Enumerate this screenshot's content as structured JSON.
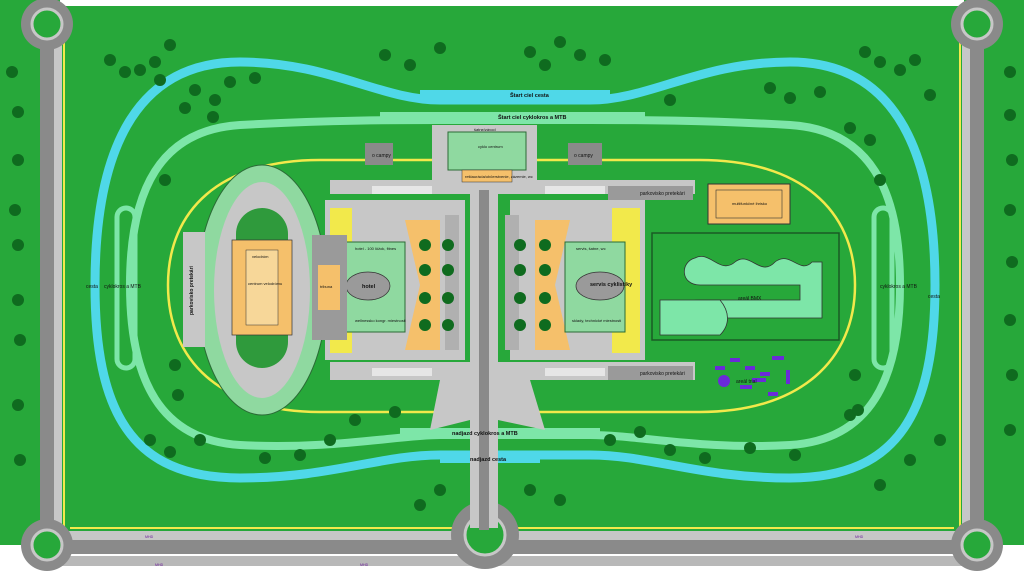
{
  "labels": {
    "start_road": "Štart ciel cesta",
    "start_mtb": "Štart ciel cyklokros a MTB",
    "stadium_top": "šatne/závod",
    "cyclo_center": "cyklo centrum",
    "cyclo_center_sub": "reštaurácia/občerstvenie, zázemie, wc",
    "campers_left": "o campy",
    "campers_right": "o campy",
    "parking_racers_top": "parkovisko pretekári",
    "parking_racers_bottom": "parkovisko pretekári",
    "parking_racers_left": "parkovisko pretekári",
    "multi_field": "multifunkčné ihrisko",
    "hotel_top": "hotel - 100 lôžok, fitnes",
    "hotel": "hotel",
    "hotel_bottom": "wellnessko kongr. miestnosti",
    "service_top": "servis, šatne, wc",
    "service": "servis cyklistiky",
    "service_bottom": "sklady, technické miestnosti",
    "stadium_mid": "velodróm",
    "stadium_building": "tribuna",
    "stadium_center": "centrum velodrómu",
    "bmx": "areál BMX",
    "trial": "areál trial",
    "finish_mtb": "nadjazd cyklokros a MTB",
    "finish_road": "nadjazd cesta",
    "left_road": "cesta",
    "left_mtb": "cyklokros a MTB",
    "right_mtb": "cyklokros a MTB",
    "right_road": "cesta",
    "mhd": "MHD"
  },
  "colors": {
    "grass": "#27a83a",
    "grass_light": "#3fbf4f",
    "road_track": "#4fd8e8",
    "mtb_track": "#7de6a8",
    "yellow_line": "#f2e94b",
    "pavement": "#c7c7c7",
    "asphalt": "#8a8a8a",
    "building": "#8fd9a0",
    "sand": "#f5c06b",
    "tree": "#0f6b1f",
    "purple": "#6a2bd9"
  }
}
